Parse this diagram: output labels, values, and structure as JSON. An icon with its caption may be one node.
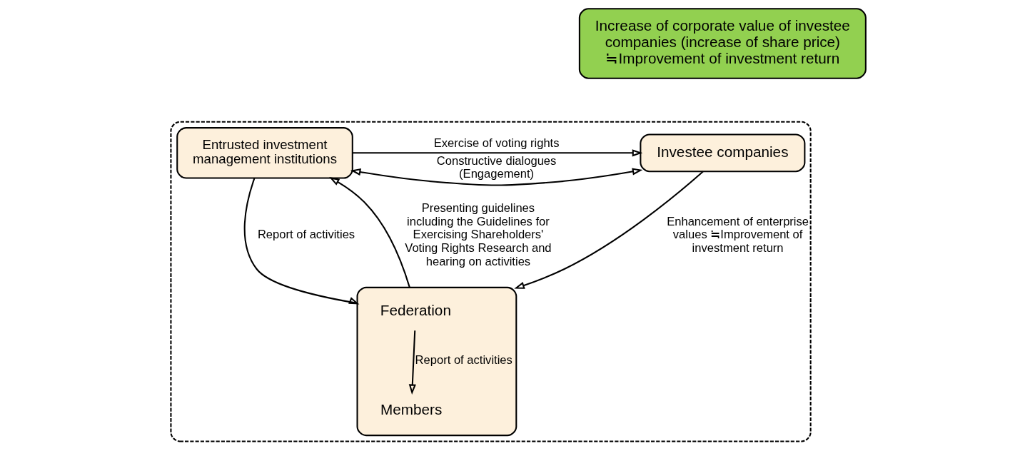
{
  "diagram": {
    "nodes": [
      {
        "text": [
          "Increase of corporate value of investee companies (increase of share price) ≒Improvement of investment return"
        ]
      },
      {
        "text": [],
        "shape": "box"
      },
      {
        "text": [
          "Investee companies"
        ],
        "in": 1
      },
      {
        "text": [
          "Entrusted investment management institutions"
        ],
        "in": 1
      },
      {
        "text": [],
        "shape": "box",
        "in": 1
      },
      {
        "text": [
          "Federation"
        ],
        "in": 4
      },
      {
        "text": [
          "Members"
        ],
        "in": 4
      }
    ],
    "edges": [
      {
        "from": 2,
        "to": 3,
        "arrow": "both",
        "label": "Constructive dialogues (Engagement)"
      },
      {
        "from": 3,
        "to": 2,
        "arrow": "to",
        "label": "Exercise of voting rights"
      },
      {
        "from": 2,
        "to": 4,
        "arrow": "to",
        "label": "Enhancement of enterprise values ≒Improvement of investment return"
      },
      {
        "from": 3,
        "to": 4,
        "arrow": "to",
        "label": "Report of activities"
      },
      {
        "from": 4,
        "to": 3,
        "arrow": "to",
        "label": "Presenting guidelines including the Guidelines for Exercising Shareholders' Voting Rights Research and hearing on activities"
      },
      {
        "from": 5,
        "to": 6,
        "arrow": "to",
        "label": "Report of activities"
      }
    ]
  }
}
